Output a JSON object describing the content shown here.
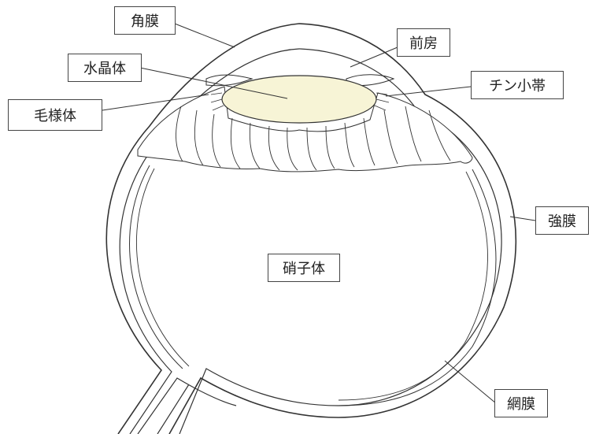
{
  "labels": {
    "cornea": "角膜",
    "anterior_chamber": "前房",
    "lens": "水晶体",
    "zonule": "チン小帯",
    "ciliary_body": "毛様体",
    "sclera": "強膜",
    "vitreous": "硝子体",
    "retina": "網膜"
  },
  "colors": {
    "line": "#333333",
    "lens_fill": "#f7f4d6",
    "background": "#ffffff"
  }
}
